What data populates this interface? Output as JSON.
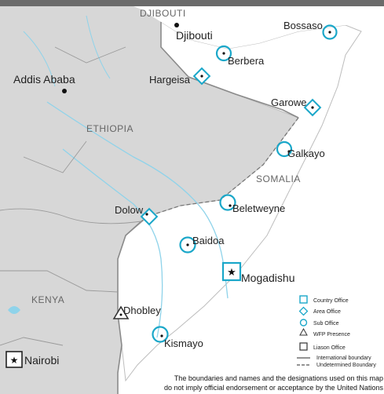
{
  "countries": {
    "djibouti": "DJIBOUTI",
    "ethiopia": "ETHIOPIA",
    "somalia": "SOMALIA",
    "kenya": "KENYA"
  },
  "places": {
    "djibouti_city": "Djibouti",
    "addis_ababa": "Addis Ababa",
    "nairobi": "Nairobi",
    "bossaso": "Bossaso",
    "berbera": "Berbera",
    "hargeisa": "Hargeisa",
    "garowe": "Garowe",
    "galkayo": "Galkayo",
    "beletweyne": "Beletweyne",
    "dolow": "Dolow",
    "baidoa": "Baidoa",
    "mogadishu": "Mogadishu",
    "dhobley": "Dhobley",
    "kismayo": "Kismayo"
  },
  "legend": {
    "country_office": "Country Office",
    "area_office": "Area Office",
    "sub_office": "Sub Office",
    "wfp_presence": "WFP Presence",
    "liaison_office": "Liason Office",
    "international_boundary": "International boundary",
    "undetermined_boundary": "Undetermined Boundary"
  },
  "disclaimer": {
    "line1": "The boundaries and names and the designations used on this map",
    "line2": "do not imply official endorsement or acceptance by the United Nations"
  },
  "colors": {
    "marker": "#1aa7c9",
    "land": "#d7d7d7",
    "somalia": "#ffffff",
    "water": "#8fd3ea"
  }
}
